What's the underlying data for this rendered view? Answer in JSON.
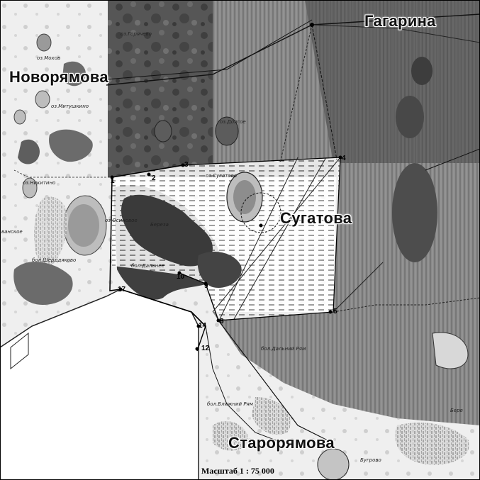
{
  "map": {
    "settlements": {
      "novoryamova": "Новорямова",
      "gagarina": "Гагарина",
      "sugatova": "Сугатова",
      "staroryamova": "Старорямова"
    },
    "features": {
      "oz_goryachevo": "оз.Горячево",
      "oz_mokhovoe": "оз.Мохов",
      "oz_mitushkino": "оз.Митушкино",
      "oz_nikitino": "оз.Никитино",
      "oz_dolgoe": "оз.Долгое",
      "oz_sugatovo": "оз.Сугатово",
      "oz_osinovoe": "оз.Осиновое",
      "bereza": "Береза",
      "bol_sherdyakovo": "бол.Шерддяково",
      "bol_dalnee": "бол.Дальнее",
      "bol_dalnee_ryam": "бол.Дальний Рям",
      "bol_blizhniy_ryam": "бол.Ближний Рям",
      "bugrovo": "Бугрово",
      "vanskoe": "ванское",
      "bere": "Бере"
    },
    "points": [
      "1",
      "2",
      "3",
      "4",
      "5",
      "8",
      "9",
      "10",
      "12",
      "14",
      "17"
    ],
    "scale": "Масштаб 1 : 75 000"
  }
}
